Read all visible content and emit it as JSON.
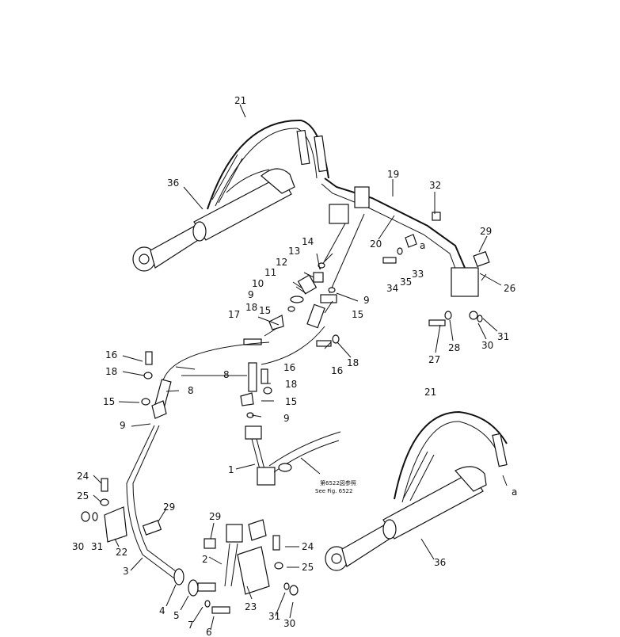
{
  "labels": [
    {
      "id": "l21a",
      "text": "21"
    },
    {
      "id": "l36a",
      "text": "36"
    },
    {
      "id": "l19",
      "text": "19"
    },
    {
      "id": "l32",
      "text": "32"
    },
    {
      "id": "l20",
      "text": "20"
    },
    {
      "id": "la1",
      "text": "a"
    },
    {
      "id": "l29a",
      "text": "29"
    },
    {
      "id": "l14",
      "text": "14"
    },
    {
      "id": "l13",
      "text": "13"
    },
    {
      "id": "l12",
      "text": "12"
    },
    {
      "id": "l11",
      "text": "11"
    },
    {
      "id": "l10",
      "text": "10"
    },
    {
      "id": "l9a",
      "text": "9"
    },
    {
      "id": "l9b",
      "text": "9"
    },
    {
      "id": "l18a",
      "text": "18"
    },
    {
      "id": "l15a",
      "text": "15"
    },
    {
      "id": "l17",
      "text": "17"
    },
    {
      "id": "l15b",
      "text": "15"
    },
    {
      "id": "l34",
      "text": "34"
    },
    {
      "id": "l35",
      "text": "35"
    },
    {
      "id": "l33",
      "text": "33"
    },
    {
      "id": "l26",
      "text": "26"
    },
    {
      "id": "l27",
      "text": "27"
    },
    {
      "id": "l28",
      "text": "28"
    },
    {
      "id": "l30a",
      "text": "30"
    },
    {
      "id": "l31a",
      "text": "31"
    },
    {
      "id": "l16a",
      "text": "16"
    },
    {
      "id": "l18b",
      "text": "18"
    },
    {
      "id": "l16b",
      "text": "16"
    },
    {
      "id": "l18c",
      "text": "18"
    },
    {
      "id": "l15c",
      "text": "15"
    },
    {
      "id": "l8a",
      "text": "8"
    },
    {
      "id": "l8b",
      "text": "8"
    },
    {
      "id": "l16c",
      "text": "16"
    },
    {
      "id": "l18d",
      "text": "18"
    },
    {
      "id": "l15d",
      "text": "15"
    },
    {
      "id": "l9c",
      "text": "9"
    },
    {
      "id": "l9d",
      "text": "9"
    },
    {
      "id": "l1",
      "text": "1"
    },
    {
      "id": "l21b",
      "text": "21"
    },
    {
      "id": "la2",
      "text": "a"
    },
    {
      "id": "l24a",
      "text": "24"
    },
    {
      "id": "l25a",
      "text": "25"
    },
    {
      "id": "l29b",
      "text": "29"
    },
    {
      "id": "l30b",
      "text": "30"
    },
    {
      "id": "l31b",
      "text": "31"
    },
    {
      "id": "l22",
      "text": "22"
    },
    {
      "id": "l3",
      "text": "3"
    },
    {
      "id": "l29c",
      "text": "29"
    },
    {
      "id": "l2",
      "text": "2"
    },
    {
      "id": "l24b",
      "text": "24"
    },
    {
      "id": "l25b",
      "text": "25"
    },
    {
      "id": "l36b",
      "text": "36"
    },
    {
      "id": "l23",
      "text": "23"
    },
    {
      "id": "l4",
      "text": "4"
    },
    {
      "id": "l5",
      "text": "5"
    },
    {
      "id": "l7",
      "text": "7"
    },
    {
      "id": "l6",
      "text": "6"
    },
    {
      "id": "l31c",
      "text": "31"
    },
    {
      "id": "l30c",
      "text": "30"
    }
  ],
  "reference_note": {
    "jp": "第6522図参照",
    "en": "See Fig. 6522"
  }
}
